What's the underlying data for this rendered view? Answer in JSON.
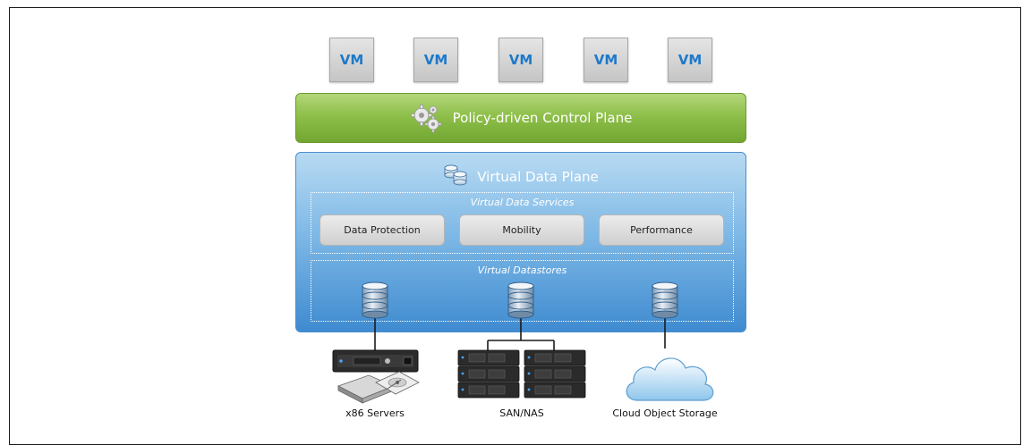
{
  "vms": [
    "VM",
    "VM",
    "VM",
    "VM",
    "VM"
  ],
  "control_plane": {
    "label": "Policy-driven Control Plane",
    "icon": "gears-icon"
  },
  "data_plane": {
    "label": "Virtual Data Plane",
    "icon": "database-stack-icon",
    "services": {
      "title": "Virtual Data Services",
      "items": [
        "Data Protection",
        "Mobility",
        "Performance"
      ]
    },
    "datastores": {
      "title": "Virtual Datastores"
    }
  },
  "storage": {
    "x86": "x86 Servers",
    "san": "SAN/NAS",
    "cloud": "Cloud Object Storage"
  },
  "colors": {
    "vm_text": "#1f79c9",
    "control_green": "#8ebf4a",
    "data_blue": "#4b8fd0"
  }
}
